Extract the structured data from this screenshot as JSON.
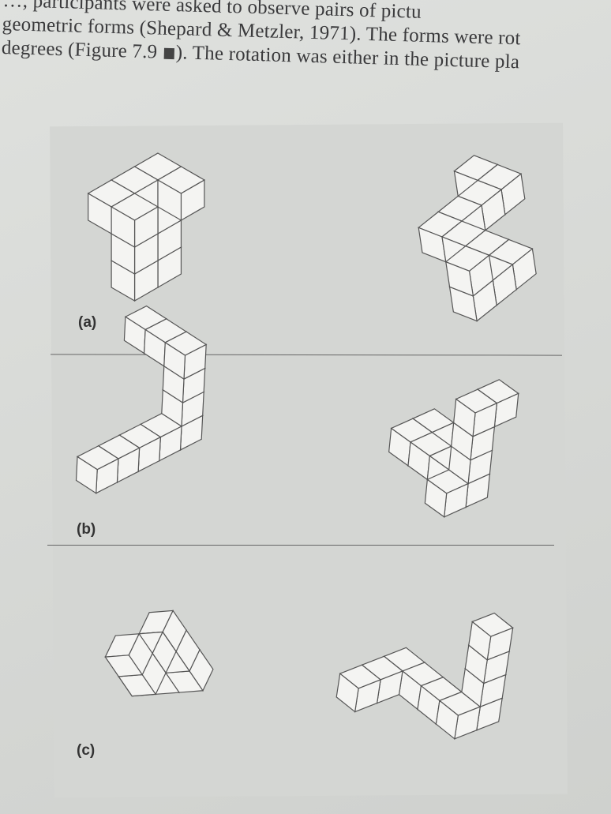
{
  "body_text": {
    "line1": "…, participants were asked to observe pairs of pictu",
    "line2": "geometric forms (Shepard & Metzler, 1971). The forms were rot",
    "line3_before": "degrees (Figure 7.9",
    "line3_after": "). The rotation was either in the picture pla"
  },
  "figure": {
    "panels": [
      {
        "label": "(a)"
      },
      {
        "label": "(b)"
      },
      {
        "label": "(c)"
      }
    ],
    "figure_marker_icon": "black-square",
    "colors": {
      "cube_fill": "#f4f4f2",
      "cube_stroke": "#555555",
      "panel": "#d4d6d3"
    }
  }
}
